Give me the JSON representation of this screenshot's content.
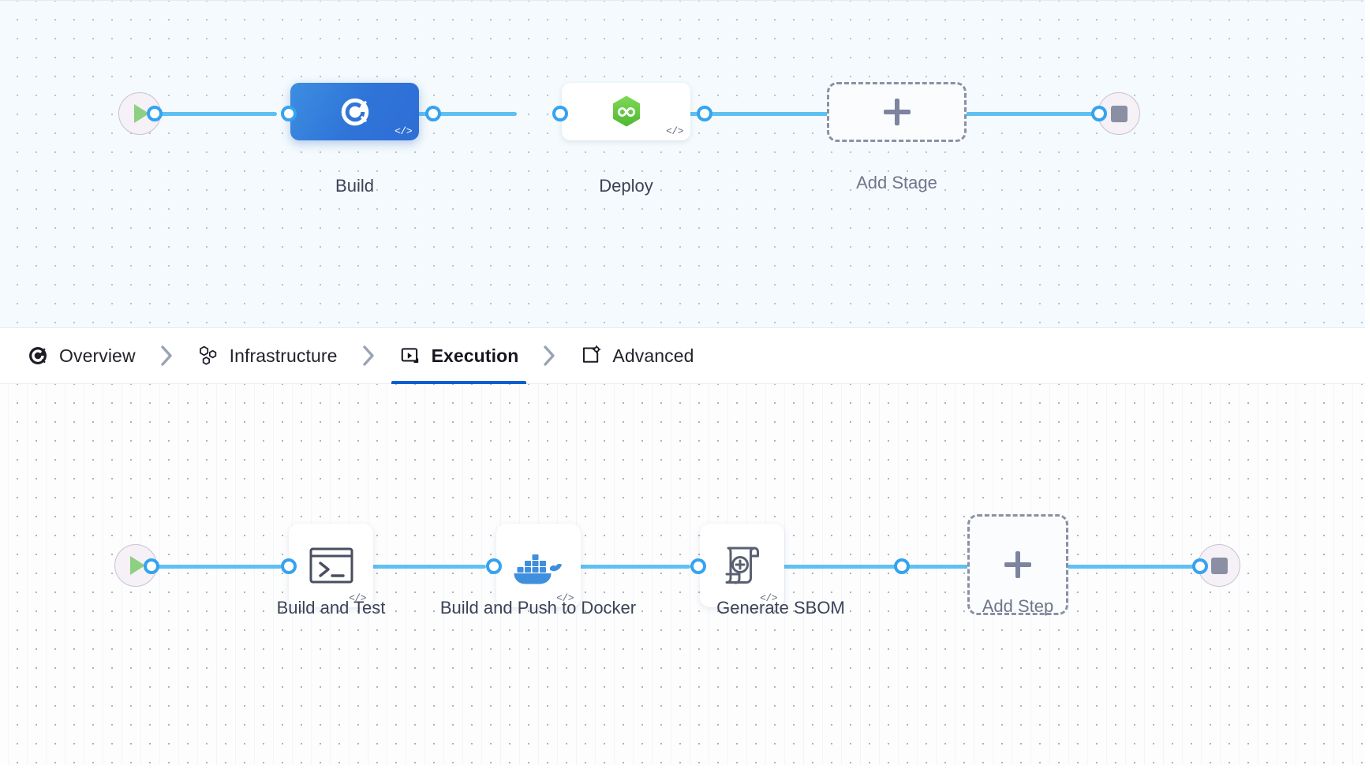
{
  "colors": {
    "accent": "#0b5fd0",
    "edge": "#5fc0f2",
    "port_ring": "#35a3ef",
    "selected_stage": "#2f73d8",
    "docker_blue": "#3f8fdd",
    "deploy_green": "#6cc24a",
    "play_green": "#8ed081",
    "stop_grey": "#8a8fa3",
    "dash_grey": "#8b90a6",
    "canvas_top": "#f4fafd",
    "canvas_bottom": "#fdfdfe"
  },
  "stage_graph": {
    "name": "pipeline-stage-canvas",
    "start_node": {
      "icon": "play-icon",
      "label": ""
    },
    "end_node": {
      "icon": "stop-icon",
      "label": ""
    },
    "nodes": [
      {
        "id": "build",
        "label": "Build",
        "icon": "ci-build-icon",
        "selected": true,
        "code_badge": "</>"
      },
      {
        "id": "deploy",
        "label": "Deploy",
        "icon": "cd-deploy-icon",
        "selected": false,
        "code_badge": "</>"
      },
      {
        "id": "add-stage",
        "label": "Add Stage",
        "icon": "plus-icon",
        "selected": false,
        "code_badge": ""
      }
    ]
  },
  "tabs": {
    "name": "stage-config-tabs",
    "items": [
      {
        "id": "overview",
        "label": "Overview",
        "icon": "overview-icon",
        "active": false
      },
      {
        "id": "infrastructure",
        "label": "Infrastructure",
        "icon": "infrastructure-icon",
        "active": false
      },
      {
        "id": "execution",
        "label": "Execution",
        "icon": "execution-icon",
        "active": true
      },
      {
        "id": "advanced",
        "label": "Advanced",
        "icon": "advanced-icon",
        "active": false
      }
    ],
    "separator_icon": "chevron-right-icon"
  },
  "step_graph": {
    "name": "execution-step-canvas",
    "start_node": {
      "icon": "play-icon",
      "label": ""
    },
    "end_node": {
      "icon": "stop-icon",
      "label": ""
    },
    "nodes": [
      {
        "id": "build-and-test",
        "label": "Build and Test",
        "icon": "terminal-icon",
        "code_badge": "</>"
      },
      {
        "id": "build-push-docker",
        "label": "Build and Push to Docker",
        "icon": "docker-icon",
        "code_badge": "</>"
      },
      {
        "id": "generate-sbom",
        "label": "Generate SBOM",
        "icon": "sbom-scroll-icon",
        "code_badge": "</>"
      },
      {
        "id": "add-step",
        "label": "Add Step",
        "icon": "plus-icon",
        "code_badge": ""
      }
    ]
  }
}
